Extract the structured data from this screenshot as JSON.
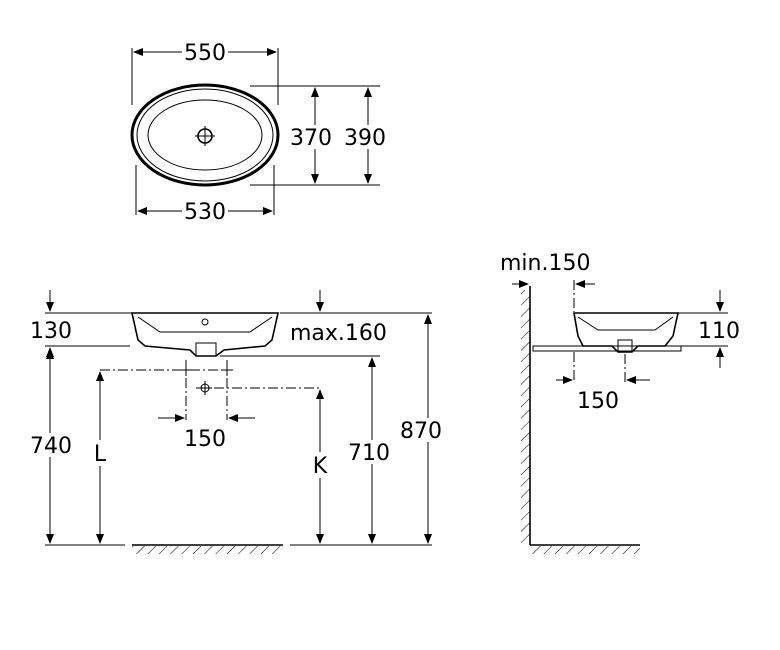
{
  "top_view": {
    "width_outer": "550",
    "width_inner": "530",
    "depth_inner": "370",
    "depth_outer": "390"
  },
  "front_view": {
    "rim_height": "130",
    "max_height": "max.160",
    "height_total_left": "740",
    "L": "L",
    "K": "K",
    "height_710": "710",
    "height_870": "870",
    "tap_spacing": "150"
  },
  "side_view": {
    "wall_distance": "min.150",
    "basin_height": "110",
    "drain_offset": "150"
  }
}
